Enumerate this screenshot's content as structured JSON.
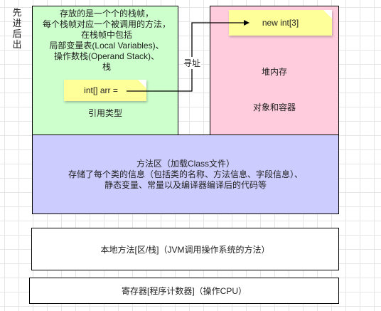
{
  "side_label": [
    "先",
    "进",
    "后",
    "出"
  ],
  "stack": {
    "description_lines": [
      "存放的是一个个的栈帧，",
      "每个栈帧对应一个被调用的方法，",
      "在栈帧中包括",
      "局部变量表(Local Variables)、",
      "操作数栈(Operand Stack)、",
      "栈"
    ],
    "reference_note": "int[] arr =",
    "caption": "引用类型"
  },
  "arrow_label": "寻址",
  "heap": {
    "array_note": "new int[3]",
    "title": "堆内存",
    "subtitle": "对象和容器"
  },
  "method_area": {
    "lines": [
      "方法区（加载Class文件）",
      "存储了每个类的信息（包括类的名称、方法信息、字段信息）、",
      "静态变量、常量以及编译器编译后的代码等"
    ]
  },
  "native_method": {
    "label": "本地方法[区/栈]（JVM调用操作系统的方法）"
  },
  "register": {
    "label": "寄存器[程序计数器]（操作CPU）"
  },
  "colors": {
    "stack_fill": "#ccffcc",
    "heap_fill": "#ffccdd",
    "method_fill": "#ccccff",
    "note_fill": "#ffff99"
  }
}
